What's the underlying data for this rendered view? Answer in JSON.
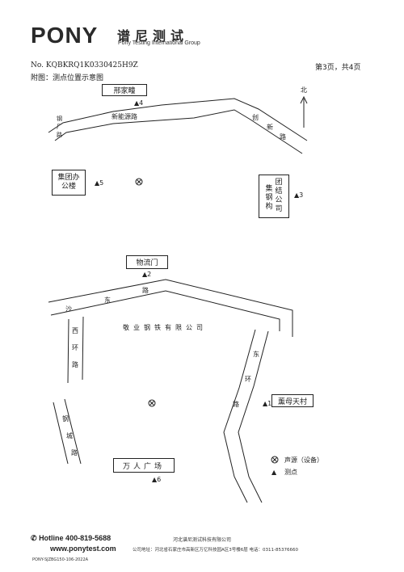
{
  "header": {
    "logo": "PONY",
    "company_cn": "谱尼测试",
    "company_en": "Pony Testing International Group"
  },
  "report": {
    "number": "No. KQBKRQ1K0330425H9Z",
    "page": "第3页，共4页",
    "caption": "附图：测点位置示意图"
  },
  "map": {
    "north": "北",
    "roads": {
      "xinneng": "新能源路",
      "gang_left": [
        "钢",
        "厂",
        "路"
      ],
      "chuangxin": [
        "创",
        "新",
        "路"
      ],
      "shadong": [
        "沙",
        "东",
        "路"
      ],
      "xihuan": [
        "西",
        "环",
        "路"
      ],
      "donghuan": [
        "东",
        "环",
        "路"
      ],
      "gangcheng": [
        "钢",
        "城",
        "路"
      ]
    },
    "buildings": {
      "xingjiatuan": "邢家疃",
      "jituan_office": [
        "集团办",
        "公楼"
      ],
      "jituan_steel": [
        [
          "集",
          "钢",
          "构"
        ],
        [
          "团",
          "结",
          "公",
          "司"
        ]
      ],
      "wuliumen": "物流门",
      "jingye": "敬业钢铁有限公司",
      "xumu": "薰母天村",
      "wanren": "万人广场"
    },
    "points": {
      "p1": "▲1",
      "p2": "▲2",
      "p3": "▲3",
      "p4": "▲4",
      "p5": "▲5",
      "p6": "▲6"
    },
    "legend": {
      "source": "声源（设备）",
      "point": "测点"
    }
  },
  "footer": {
    "hotline": "Hotline 400-819-5688",
    "website": "www.ponytest.com",
    "code": "PONY-SJZBG150-106-2022A",
    "company": "河北谱尼测试科技有限公司",
    "address": "公司地址：河北省石家庄市高新区万亿科技园A区3号楼6层  电话：0311-85376660"
  }
}
